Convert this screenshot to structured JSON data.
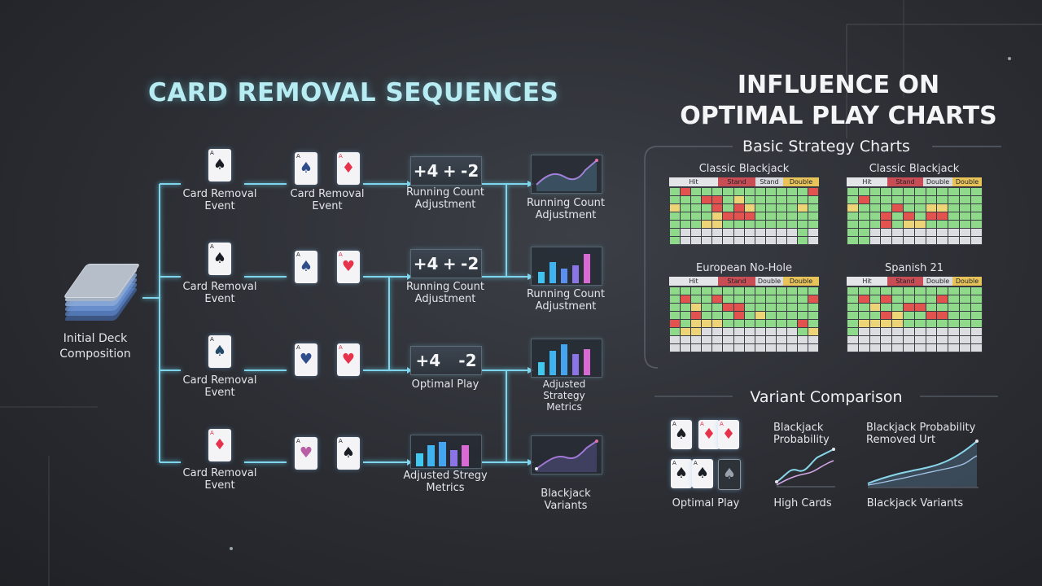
{
  "left": {
    "title": "CARD REMOVAL SEQUENCES",
    "deck_label": "Initial Deck Composition",
    "rows": [
      {
        "col1": "Card Removal Event",
        "col2": "Card Removal Event",
        "count": [
          "+4",
          "+",
          "-2"
        ],
        "col3": "Running Count Adjustment",
        "col4": "Running Count Adjustment"
      },
      {
        "col1": "Card Removal Event",
        "count": [
          "+4",
          "+",
          "-2"
        ],
        "col3": "Running Count Adjustment",
        "col4": "Running Count Adjustment"
      },
      {
        "col1": "Card Removal Event",
        "count": [
          "+4",
          "",
          "-2"
        ],
        "col3": "Optimal Play",
        "col4": "Adjusted Strategy Metrics"
      },
      {
        "col1": "Card Removal Event",
        "col3": "Adjusted Stregy Metrics",
        "col4": "Blackjack Variants"
      }
    ]
  },
  "right": {
    "title_line1": "INFLUENCE ON",
    "title_line2": "OPTIMAL PLAY CHARTS",
    "strategy_title": "Basic Strategy Charts",
    "charts": [
      {
        "name": "Classic Blackjack",
        "headers": [
          "Hit",
          "Stand",
          "Stand",
          "Double"
        ]
      },
      {
        "name": "Classic Blackjack",
        "headers": [
          "Hit",
          "Stand",
          "Double",
          "Double"
        ]
      },
      {
        "name": "European No-Hole",
        "headers": [
          "Hit",
          "Stand",
          "Double",
          "Double"
        ]
      },
      {
        "name": "Spanish 21",
        "headers": [
          "Hit",
          "Stand",
          "Double",
          "Double"
        ]
      }
    ],
    "variant_title": "Variant Comparison",
    "variants": [
      {
        "top": "",
        "bottom": "Optimal Play"
      },
      {
        "top": "Blackjack Probability",
        "bottom": "High Cards"
      },
      {
        "top": "Blackjack Probability Removed Urt",
        "bottom": "Blackjack Variants"
      }
    ]
  },
  "colors": {
    "accent": "#7fd6ec",
    "green": "#8fd98a",
    "red": "#e2524f",
    "yellow": "#ecd477",
    "gray": "#dcdde0"
  }
}
